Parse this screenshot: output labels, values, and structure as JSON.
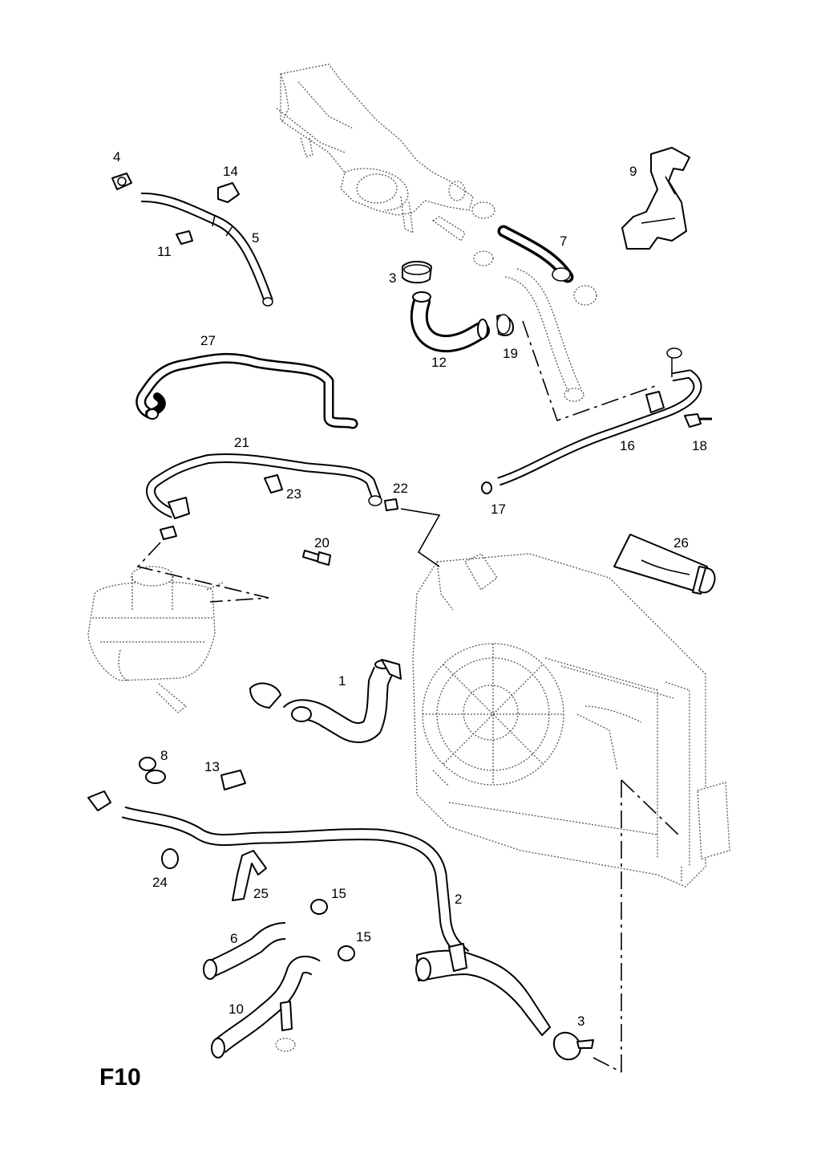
{
  "page_code": "F10",
  "callouts": {
    "c1": "1",
    "c2": "2",
    "c3a": "3",
    "c3b": "3",
    "c4": "4",
    "c5": "5",
    "c6": "6",
    "c7": "7",
    "c8": "8",
    "c9": "9",
    "c10": "10",
    "c11": "11",
    "c12": "12",
    "c13": "13",
    "c14": "14",
    "c15a": "15",
    "c15b": "15",
    "c16": "16",
    "c17": "17",
    "c18": "18",
    "c19": "19",
    "c20": "20",
    "c21": "21",
    "c22": "22",
    "c23": "23",
    "c24": "24",
    "c25": "25",
    "c26": "26",
    "c27": "27"
  }
}
